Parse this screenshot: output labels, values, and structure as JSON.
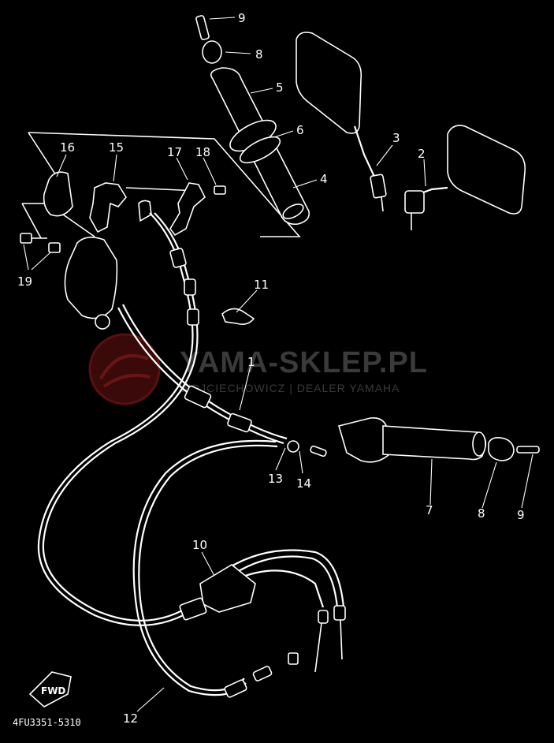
{
  "diagram": {
    "part_code": "4FU3351-5310",
    "fwd_label": "FWD",
    "watermark": {
      "title": "YAMA-SKLEP.PL",
      "subtitle": "WOJCIECHOWICZ | DEALER YAMAHA"
    },
    "callouts": {
      "c1": "1",
      "c2": "2",
      "c3": "3",
      "c4": "4",
      "c5": "5",
      "c6": "6",
      "c7": "7",
      "c8a": "8",
      "c8b": "8",
      "c9a": "9",
      "c9b": "9",
      "c10": "10",
      "c11": "11",
      "c12": "12",
      "c13": "13",
      "c14": "14",
      "c15": "15",
      "c16": "16",
      "c17": "17",
      "c18": "18",
      "c19": "19"
    }
  }
}
